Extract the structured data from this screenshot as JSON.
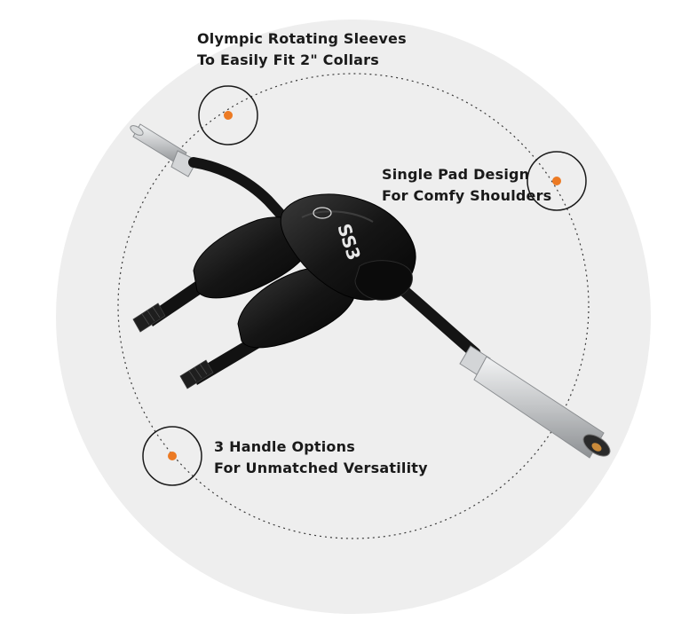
{
  "callouts": {
    "sleeves": {
      "line1": "Olympic Rotating Sleeves",
      "line2": "To Easily Fit 2\" Collars"
    },
    "pad": {
      "line1": "Single Pad Design",
      "line2": "For Comfy Shoulders"
    },
    "handles": {
      "line1": "3 Handle Options",
      "line2": "For Unmatched Versatility"
    }
  },
  "product": {
    "pad_logo_text": "SS3"
  },
  "colors": {
    "accent_dot": "#ec7a23",
    "background_disc": "#eeeeee",
    "bar_black": "#151515",
    "sleeve_silver": "#c9cbcd"
  }
}
